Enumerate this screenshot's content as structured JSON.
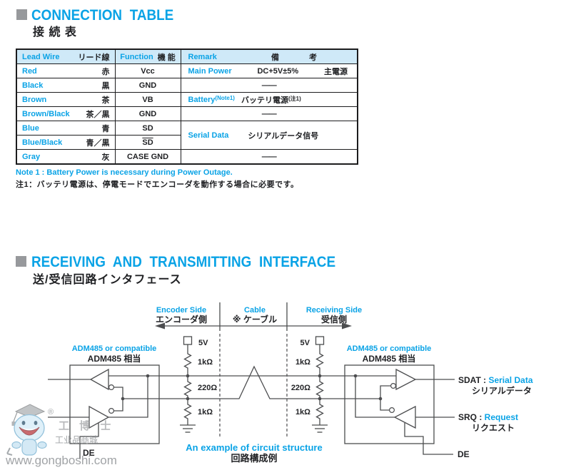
{
  "colors": {
    "accent": "#0aa3e6",
    "dark": "#1f2023",
    "header_bg": "#cfe9f8",
    "bullet_gray": "#97999c",
    "line": "#4c4d4f"
  },
  "section1": {
    "title": "CONNECTION TABLE",
    "subtitle": "接 続 表"
  },
  "table": {
    "header": {
      "c1_en": "Lead Wire",
      "c1_ja": "リード線",
      "c2_en": "Function",
      "c2_ja": "機 能",
      "c3_en": "Remark",
      "c3_ja_1": "備",
      "c3_ja_2": "考"
    },
    "rows": {
      "red": {
        "en": "Red",
        "ja": "赤",
        "fn": "Vcc",
        "remark_en": "Main Power",
        "remark_val": "DC+5V±5%",
        "remark_ja": "主電源"
      },
      "black": {
        "en": "Black",
        "ja": "黒",
        "fn": "GND",
        "dash": "――"
      },
      "brown": {
        "en": "Brown",
        "ja": "茶",
        "fn": "VB",
        "remark_en": "Battery",
        "remark_note": "(Note1)",
        "remark_ja": "バッテリ電源",
        "remark_note_ja": "(注1)"
      },
      "brown_black": {
        "en": "Brown/Black",
        "ja": "茶／黒",
        "fn": "GND",
        "dash": "――"
      },
      "blue": {
        "en": "Blue",
        "ja": "青",
        "fn": "SD"
      },
      "blue_black": {
        "en": "Blue/Black",
        "ja": "青／黒",
        "fn": "SD"
      },
      "serial": {
        "remark_en": "Serial Data",
        "remark_ja": "シリアルデータ信号"
      },
      "gray": {
        "en": "Gray",
        "ja": "灰",
        "fn": "CASE GND",
        "dash": "――"
      }
    }
  },
  "note": {
    "en": "Note 1 : Battery Power is necessary during Power Outage.",
    "ja": "注1：バッテリ電源は、停電モードでエンコーダを動作する場合に必要です。"
  },
  "section2": {
    "title": "RECEIVING AND TRANSMITTING INTERFACE",
    "subtitle": "送/受信回路インタフェース"
  },
  "diagram": {
    "zone_encoder_en": "Encoder Side",
    "zone_encoder_ja": "エンコーダ側",
    "zone_cable_en": "Cable",
    "zone_cable_ja": "※ ケーブル",
    "zone_receiving_en": "Receiving Side",
    "zone_receiving_ja": "受信側",
    "chip_en": "ADM485 or compatible",
    "chip_ja": "ADM485 相当",
    "v5": "5V",
    "r_1k": "1kΩ",
    "r_220": "220Ω",
    "sdat_name": "SDAT : ",
    "sdat_en": "Serial Data",
    "sdat_ja": "シリアルデータ",
    "srq_name": "SRQ : ",
    "srq_en": "Request",
    "srq_ja": "リクエスト",
    "de": "DE",
    "caption_en": "An example of circuit structure",
    "caption_ja": "回路構成例"
  },
  "watermark": {
    "reg": "®",
    "brand": "工 博 士",
    "shop": "工业品商城",
    "url": "www.gongboshi.com"
  }
}
